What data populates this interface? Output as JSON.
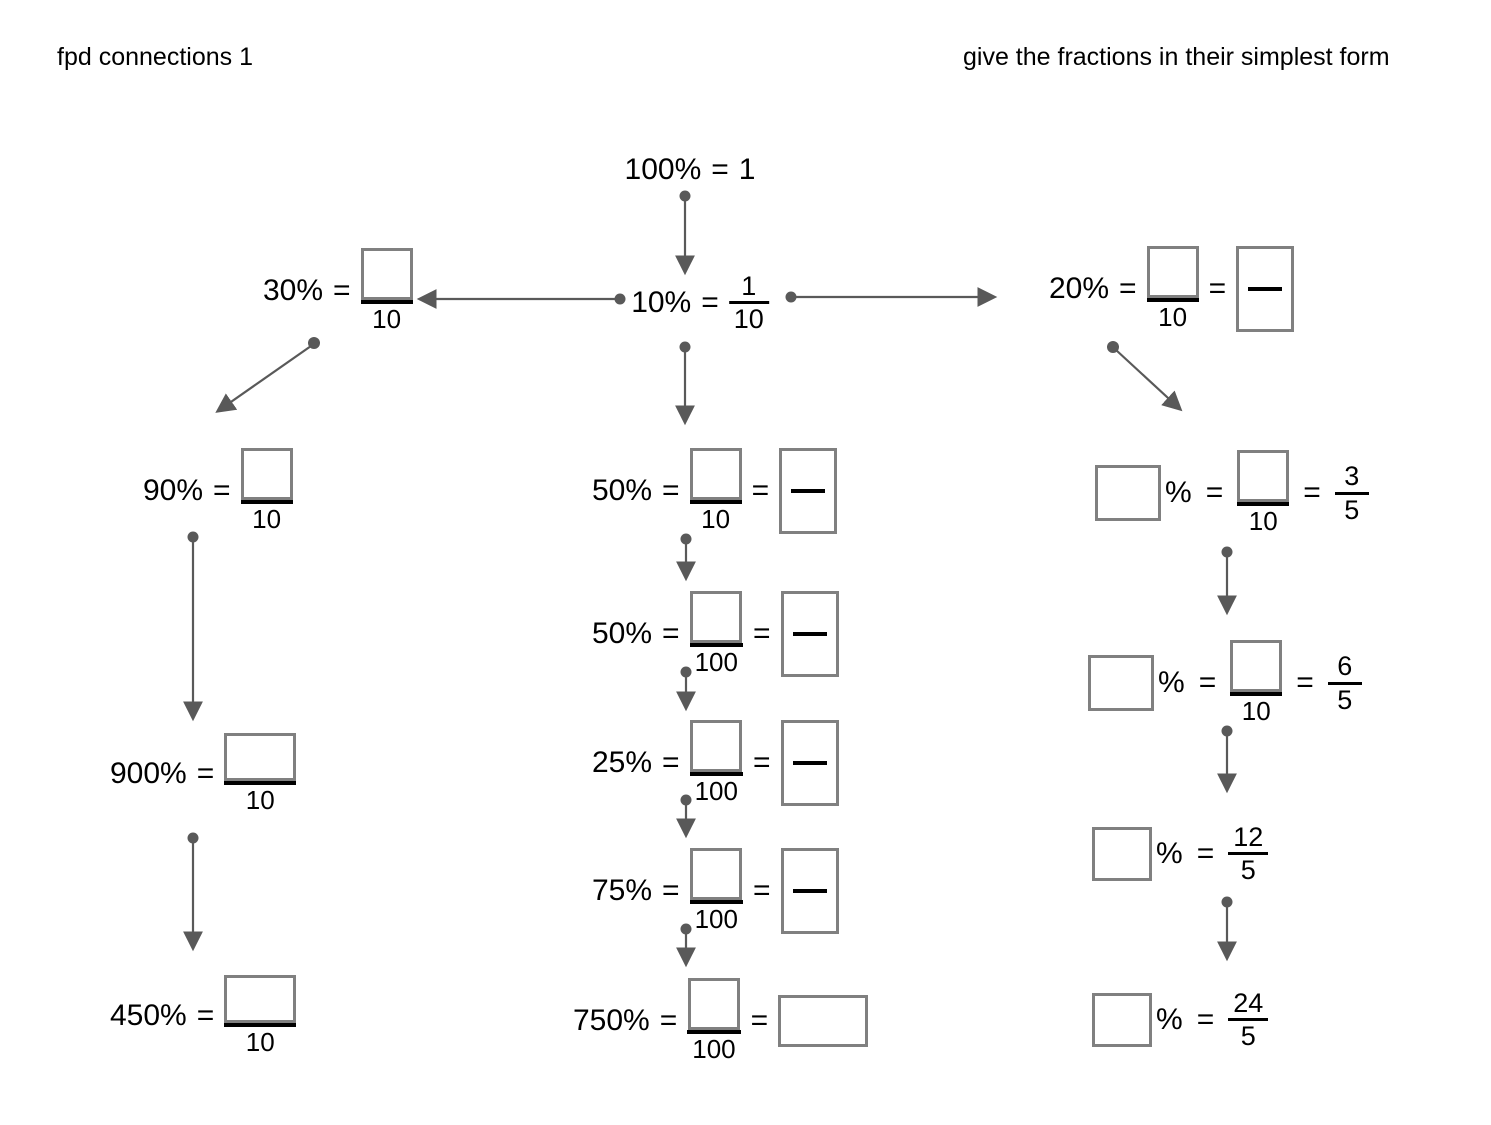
{
  "header": {
    "left_title": "fpd connections 1",
    "right_instruction": "give the fractions in their simplest form"
  },
  "nodes": {
    "root": {
      "percent": "100%",
      "equals": "=",
      "value": "1"
    },
    "ten": {
      "percent": "10%",
      "equals": "=",
      "numerator": "1",
      "denominator": "10"
    },
    "thirty": {
      "percent": "30%",
      "equals": "=",
      "denominator": "10"
    },
    "twenty": {
      "percent": "20%",
      "equals": "=",
      "denominator": "10",
      "equals2": "="
    },
    "ninety": {
      "percent": "90%",
      "equals": "=",
      "denominator": "10"
    },
    "ninehundred": {
      "percent": "900%",
      "equals": "=",
      "denominator": "10"
    },
    "fourfifty": {
      "percent": "450%",
      "equals": "=",
      "denominator": "10"
    },
    "fifty_ten": {
      "percent": "50%",
      "equals": "=",
      "denominator": "10",
      "equals2": "="
    },
    "fifty_hundred": {
      "percent": "50%",
      "equals": "=",
      "denominator": "100",
      "equals2": "="
    },
    "twentyfive": {
      "percent": "25%",
      "equals": "=",
      "denominator": "100",
      "equals2": "="
    },
    "seventyfive": {
      "percent": "75%",
      "equals": "=",
      "denominator": "100",
      "equals2": "="
    },
    "sevenfifty": {
      "percent": "750%",
      "equals": "=",
      "denominator": "100",
      "equals2": "="
    },
    "r_three_fifths": {
      "pct_sign": "%",
      "equals": "=",
      "denominator": "10",
      "equals2": "=",
      "ans_num": "3",
      "ans_den": "5"
    },
    "r_six_fifths": {
      "pct_sign": "%",
      "equals": "=",
      "denominator": "10",
      "equals2": "=",
      "ans_num": "6",
      "ans_den": "5"
    },
    "r_twelve_fifths": {
      "pct_sign": "%",
      "equals": "=",
      "ans_num": "12",
      "ans_den": "5"
    },
    "r_twentyfour_fifths": {
      "pct_sign": "%",
      "equals": "=",
      "ans_num": "24",
      "ans_den": "5"
    }
  },
  "colors": {
    "box_outline": "#808080",
    "arrow": "#595959",
    "text": "#000000",
    "background": "#ffffff"
  }
}
